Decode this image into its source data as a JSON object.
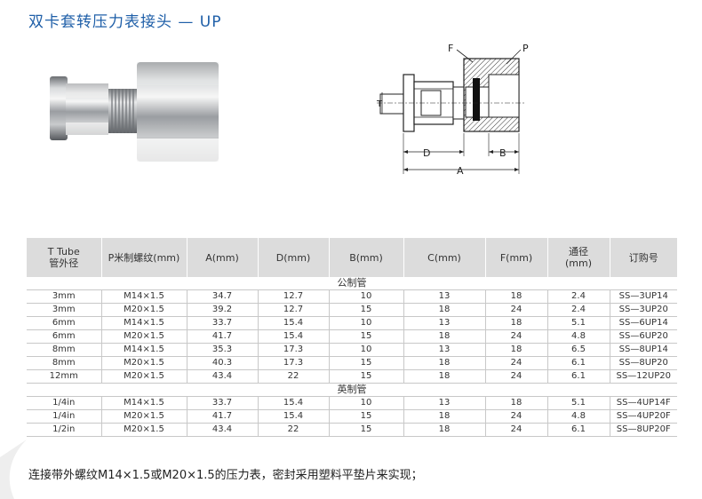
{
  "title": "双卡套转压力表接头 — UP",
  "drawing_labels": {
    "F": "F",
    "P": "P",
    "T": "T",
    "D": "D",
    "B": "B",
    "A": "A"
  },
  "table": {
    "headers": [
      "T Tube\n管外径",
      "P米制螺纹(mm)",
      "A(mm)",
      "D(mm)",
      "B(mm)",
      "C(mm)",
      "F(mm)",
      "通径\n(mm)",
      "订购号"
    ],
    "sections": [
      {
        "label": "公制管",
        "rows": [
          [
            "3mm",
            "M14×1.5",
            "34.7",
            "12.7",
            "10",
            "13",
            "18",
            "2.4",
            "SS—3UP14"
          ],
          [
            "3mm",
            "M20×1.5",
            "39.2",
            "12.7",
            "15",
            "18",
            "24",
            "2.4",
            "SS—3UP20"
          ],
          [
            "6mm",
            "M14×1.5",
            "33.7",
            "15.4",
            "10",
            "13",
            "18",
            "5.1",
            "SS—6UP14"
          ],
          [
            "6mm",
            "M20×1.5",
            "41.7",
            "15.4",
            "15",
            "18",
            "24",
            "4.8",
            "SS—6UP20"
          ],
          [
            "8mm",
            "M14×1.5",
            "35.3",
            "17.3",
            "10",
            "13",
            "18",
            "6.5",
            "SS—8UP14"
          ],
          [
            "8mm",
            "M20×1.5",
            "40.3",
            "17.3",
            "15",
            "18",
            "24",
            "6.1",
            "SS—8UP20"
          ],
          [
            "12mm",
            "M20×1.5",
            "43.4",
            "22",
            "15",
            "18",
            "24",
            "6.1",
            "SS—12UP20"
          ]
        ]
      },
      {
        "label": "英制管",
        "rows": [
          [
            "1/4in",
            "M14×1.5",
            "33.7",
            "15.4",
            "10",
            "13",
            "18",
            "5.1",
            "SS—4UP14F"
          ],
          [
            "1/4in",
            "M20×1.5",
            "41.7",
            "15.4",
            "15",
            "18",
            "24",
            "4.8",
            "SS—4UP20F"
          ],
          [
            "1/2in",
            "M20×1.5",
            "43.4",
            "22",
            "15",
            "18",
            "24",
            "6.1",
            "SS—8UP20F"
          ]
        ]
      }
    ]
  },
  "footnote": "连接带外螺纹M14×1.5或M20×1.5的压力表，密封采用塑料平垫片来实现；"
}
